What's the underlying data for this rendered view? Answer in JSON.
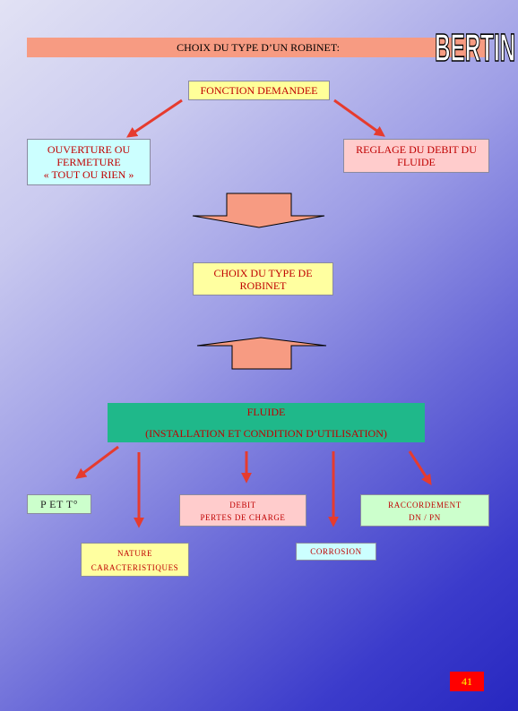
{
  "header": {
    "title": "CHOIX DU TYPE D’UN ROBINET:",
    "logo_text": "BERTIN F."
  },
  "boxes": {
    "fonction": "FONCTION DEMANDEE",
    "ouverture": [
      "OUVERTURE OU",
      "FERMETURE",
      "« TOUT OU RIEN »"
    ],
    "reglage": [
      "REGLAGE DU DEBIT DU",
      "FLUIDE"
    ],
    "choix": [
      "CHOIX DU TYPE DE",
      "ROBINET"
    ],
    "fluide": [
      "FLUIDE",
      "(INSTALLATION ET CONDITION D’UTILISATION)"
    ],
    "pet": "P ET T°",
    "debit": [
      "DEBIT",
      "PERTES DE CHARGE"
    ],
    "raccordement": [
      "RACCORDEMENT",
      "DN / PN"
    ],
    "nature": [
      "NATURE",
      "CARACTERISTIQUES"
    ],
    "corrosion": "CORROSION"
  },
  "page_number": "41",
  "colors": {
    "arrow": "#e63b2e",
    "text": "#c00000",
    "title_bg": "#f79b82",
    "fluide_bg": "#1fb88a"
  }
}
